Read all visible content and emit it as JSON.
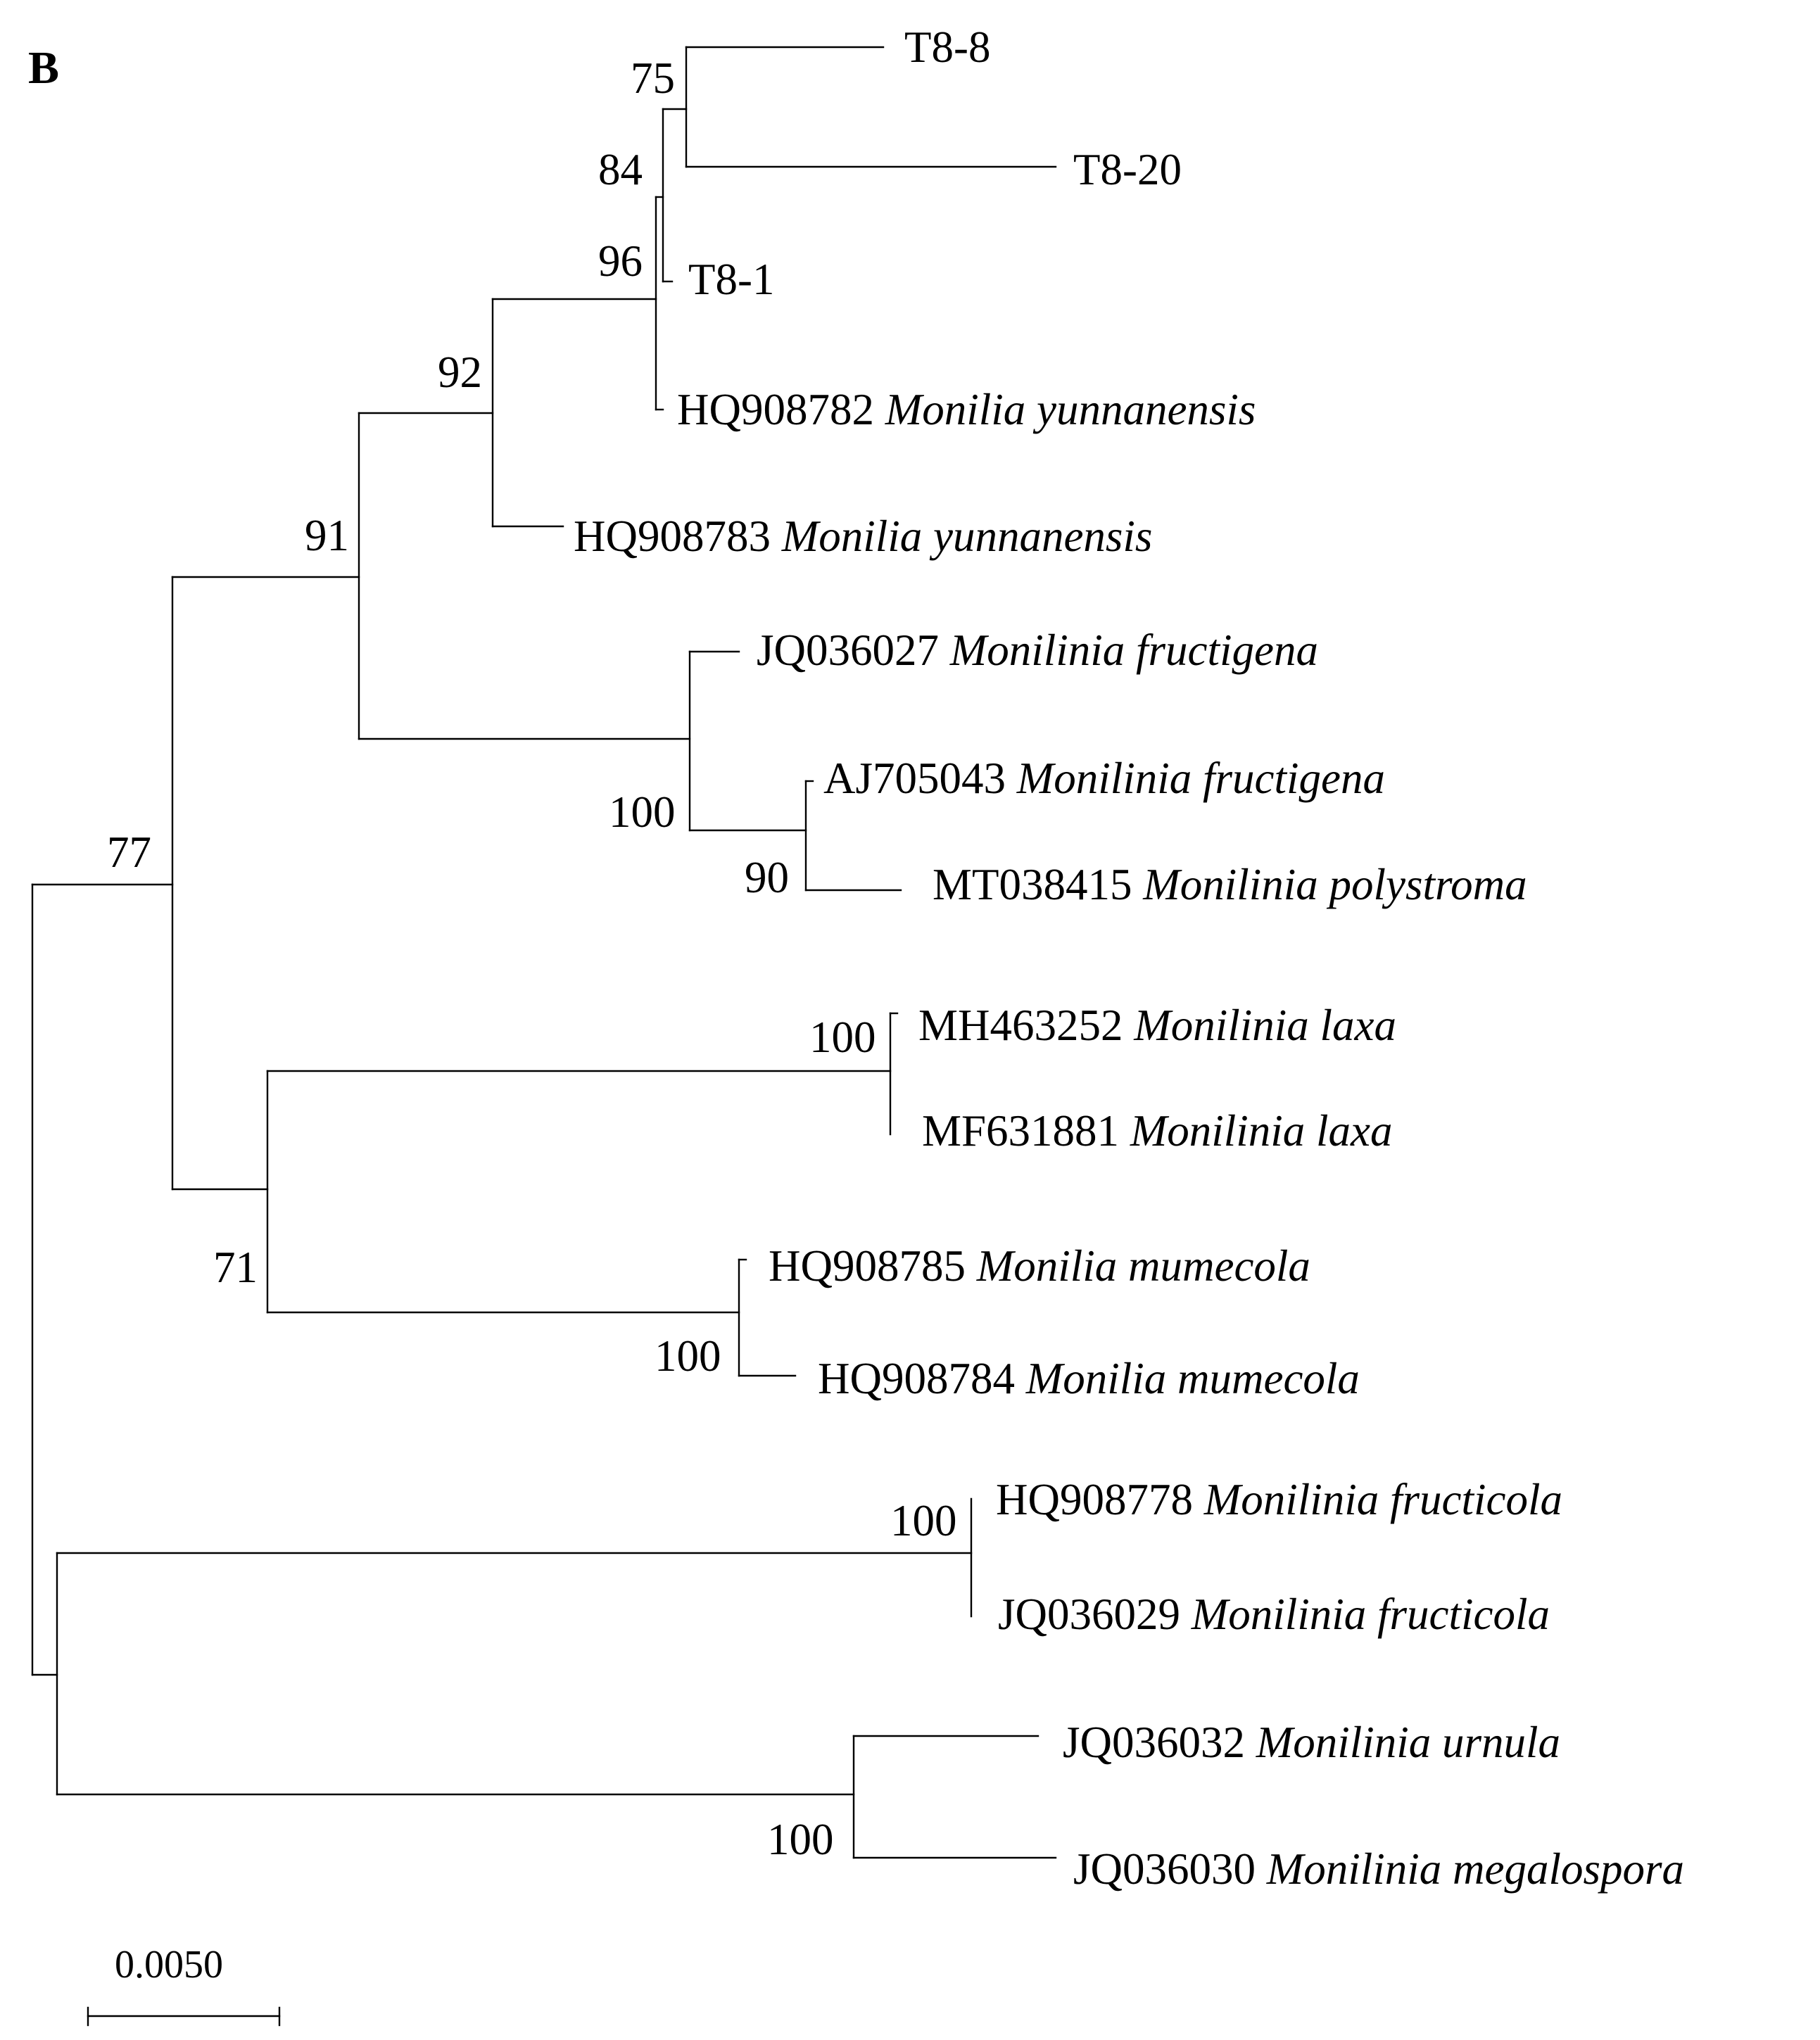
{
  "panel_label": "B",
  "scale_bar": {
    "label": "0.0050"
  },
  "taxa": [
    {
      "id": "t8-8",
      "accession": "T8-8",
      "species": ""
    },
    {
      "id": "t8-20",
      "accession": "T8-20",
      "species": ""
    },
    {
      "id": "t8-1",
      "accession": "T8-1",
      "species": ""
    },
    {
      "id": "hq908782",
      "accession": "HQ908782",
      "species": "Monilia yunnanensis"
    },
    {
      "id": "hq908783",
      "accession": "HQ908783",
      "species": "Monilia yunnanensis"
    },
    {
      "id": "jq036027",
      "accession": "JQ036027",
      "species": "Monilinia fructigena"
    },
    {
      "id": "aj705043",
      "accession": "AJ705043",
      "species": "Monilinia fructigena"
    },
    {
      "id": "mt038415",
      "accession": "MT038415",
      "species": "Monilinia polystroma"
    },
    {
      "id": "mh463252",
      "accession": "MH463252",
      "species": "Monilinia laxa"
    },
    {
      "id": "mf631881",
      "accession": "MF631881",
      "species": "Monilinia laxa"
    },
    {
      "id": "hq908785",
      "accession": "HQ908785",
      "species": "Monilia mumecola"
    },
    {
      "id": "hq908784",
      "accession": "HQ908784",
      "species": "Monilia mumecola"
    },
    {
      "id": "hq908778",
      "accession": "HQ908778",
      "species": "Monilinia fructicola"
    },
    {
      "id": "jq036029",
      "accession": "JQ036029",
      "species": "Monilinia fructicola"
    },
    {
      "id": "jq036032",
      "accession": "JQ036032",
      "species": "Monilinia urnula"
    },
    {
      "id": "jq036030",
      "accession": "JQ036030",
      "species": "Monilinia megalospora"
    }
  ],
  "bootstrap": {
    "t8_8_t8_20": "75",
    "t8_8_t8_20_t8_1": "84",
    "t8_1_hq908782": "96",
    "yunnanensis_clade": "92",
    "yunnanensis_fructigena": "91",
    "aj705043_mt038415": "90",
    "fructigena_clade": "100",
    "ingroup": "77",
    "laxa": "100",
    "mumecola": "100",
    "laxa_mumecola": "71",
    "fructicola": "100",
    "urnula_megalospora": "100"
  }
}
